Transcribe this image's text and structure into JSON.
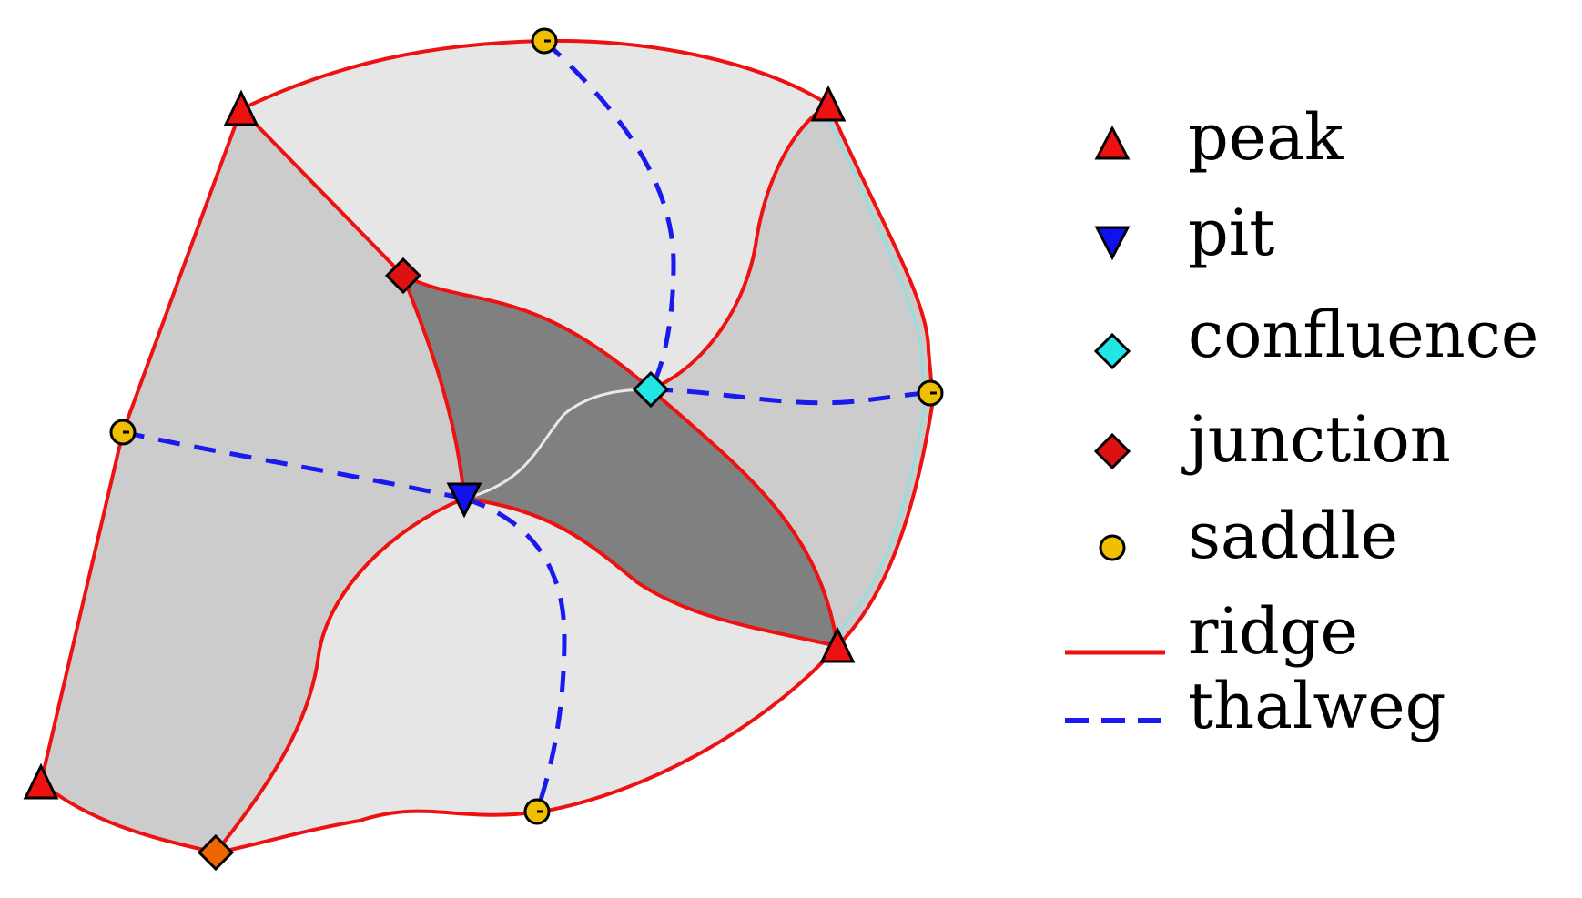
{
  "legend": {
    "peak": "peak",
    "pit": "pit",
    "confluence": "confluence",
    "junction": "junction",
    "saddle": "saddle",
    "ridge": "ridge",
    "thalweg": "thalweg"
  },
  "colors": {
    "outer_region": "#e6e6e6",
    "mid_region": "#cccccc",
    "inner_region": "#808080",
    "ridge": "#ee1111",
    "thalweg": "#1a1aee",
    "peak": "#ee1111",
    "pit": "#1111ee",
    "confluence": "#22e6e6",
    "junction": "#dd1111",
    "saddle": "#f0c000",
    "boundary_node": "#ee6600"
  },
  "icons": {
    "peak": "triangle-up",
    "pit": "triangle-down",
    "confluence": "diamond",
    "junction": "diamond",
    "saddle": "circle"
  }
}
